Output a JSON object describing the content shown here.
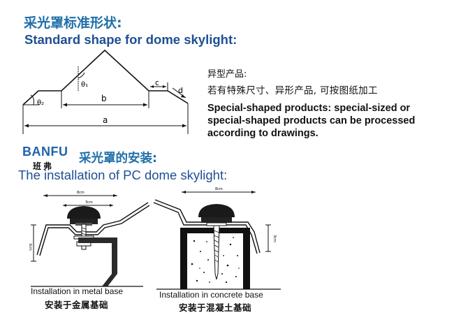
{
  "heading": {
    "title_cn": "采光罩标准形状:",
    "title_en": "Standard shape for dome skylight:"
  },
  "shape_labels": {
    "theta1": "θ₁",
    "theta2": "θ₂",
    "b": "b",
    "c": "c",
    "d": "d",
    "a": "a"
  },
  "special": {
    "head_cn": "异型产品:",
    "text_cn": "若有特殊尺寸、异形产品, 可按图纸加工",
    "text_en": "Special-shaped products: special-sized or special-shaped products can be processed according to drawings."
  },
  "logo": {
    "en": "BANFU",
    "cn": "班弗"
  },
  "installation": {
    "title_cn": "采光罩的安装:",
    "title_en": "The installation of PC dome skylight:",
    "metal_dims": {
      "top": "8cm",
      "inner": "3cm",
      "side": "3cm"
    },
    "concrete_dims": {
      "top": "8cm",
      "side": "3cm"
    },
    "metal_caption_en": "Installation in metal base",
    "metal_caption_cn": "安装于金属基础",
    "concrete_caption_en": "Installation in concrete base",
    "concrete_caption_cn": "安装于混凝土基础"
  },
  "colors": {
    "heading_blue": "#1f6fa8",
    "english_blue": "#1f4f93",
    "line": "#111111"
  }
}
